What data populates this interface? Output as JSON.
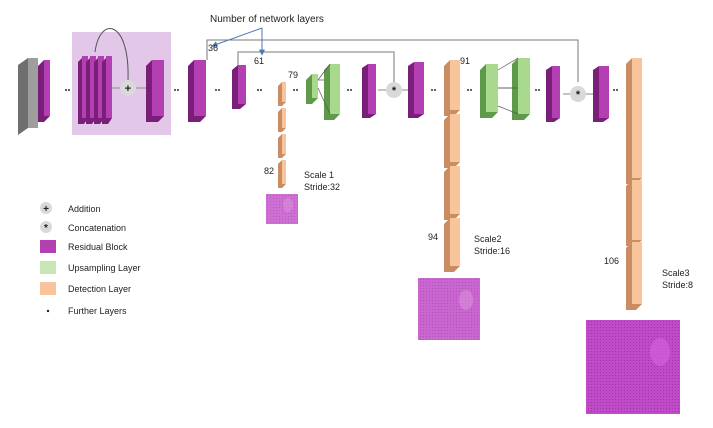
{
  "annotation": {
    "title": "Number of network layers"
  },
  "layer_numbers": {
    "l36": "36",
    "l61": "61",
    "l79": "79",
    "l82": "82",
    "l91": "91",
    "l94": "94",
    "l106": "106"
  },
  "scales": [
    {
      "name": "Scale 1",
      "stride": "Stride:32"
    },
    {
      "name": "Scale2",
      "stride": "Stride:16"
    },
    {
      "name": "Scale3",
      "stride": "Stride:8"
    }
  ],
  "ops": {
    "addition": "+",
    "concatenation": "*"
  },
  "legend": [
    {
      "label": "Addition",
      "symbol": "+"
    },
    {
      "label": "Concatenation",
      "symbol": "*"
    },
    {
      "label": "Residual Block"
    },
    {
      "label": "Upsampling Layer"
    },
    {
      "label": "Detection Layer"
    },
    {
      "label": "Further Layers"
    }
  ],
  "colors": {
    "residual": "#b43fb3",
    "residual_dark": "#7a1f79",
    "upsampling": "#a9d88f",
    "upsampling_dark": "#5e9a4a",
    "detection": "#f7c49b",
    "detection_dark": "#c98d61",
    "input": "#8c8c8c",
    "highlight_box": "#e3c7e8",
    "op_circle": "#d9d9d9",
    "line": "#7a7a7a",
    "arrow": "#4a7ab5",
    "grid_output": "#c04bc8"
  }
}
